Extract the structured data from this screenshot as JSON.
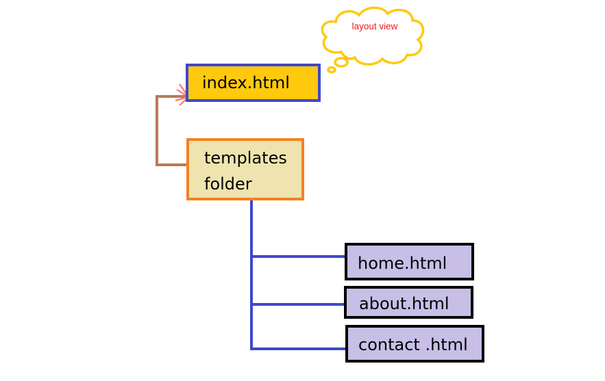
{
  "diagram": {
    "index_node": {
      "label": "index.html"
    },
    "templates_node": {
      "line1": "templates",
      "line2": "folder"
    },
    "files": [
      {
        "label": "home.html"
      },
      {
        "label": "about.html"
      },
      {
        "label": "contact .html"
      }
    ],
    "callout": {
      "text": "layout view"
    },
    "colors": {
      "index_fill": "#ffc90e",
      "index_border": "#3f48cc",
      "templates_fill": "#efe4b0",
      "templates_border": "#f58220",
      "file_fill": "#c8bfe7",
      "file_border": "#000000",
      "brown_connector": "#b97a57",
      "blue_connector": "#3f48cc",
      "callout_outline": "#ffc90e",
      "callout_text": "#ed1c24",
      "arrow_tip": "#ff7f7f"
    }
  }
}
